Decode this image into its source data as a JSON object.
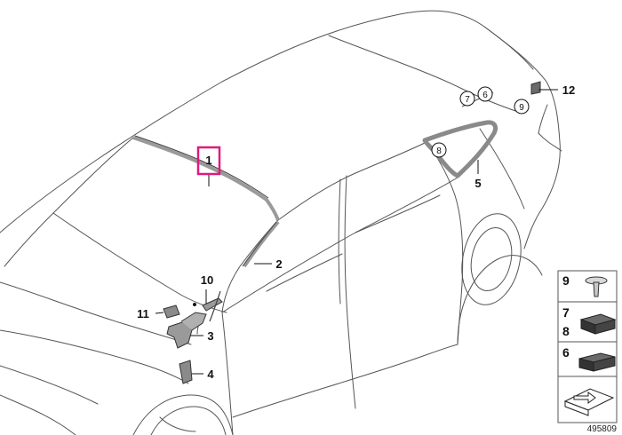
{
  "diagram": {
    "callouts": {
      "c1": "1",
      "c2": "2",
      "c3": "3",
      "c4": "4",
      "c5": "5",
      "c10": "10",
      "c11": "11",
      "c12": "12"
    },
    "circled": {
      "a7": "7",
      "a6": "6",
      "a9": "9",
      "a8": "8"
    },
    "highlight_color": "#e0197d"
  },
  "legend": {
    "row1": "9",
    "row2a": "7",
    "row2b": "8",
    "row3": "6"
  },
  "doc_number": "495809"
}
